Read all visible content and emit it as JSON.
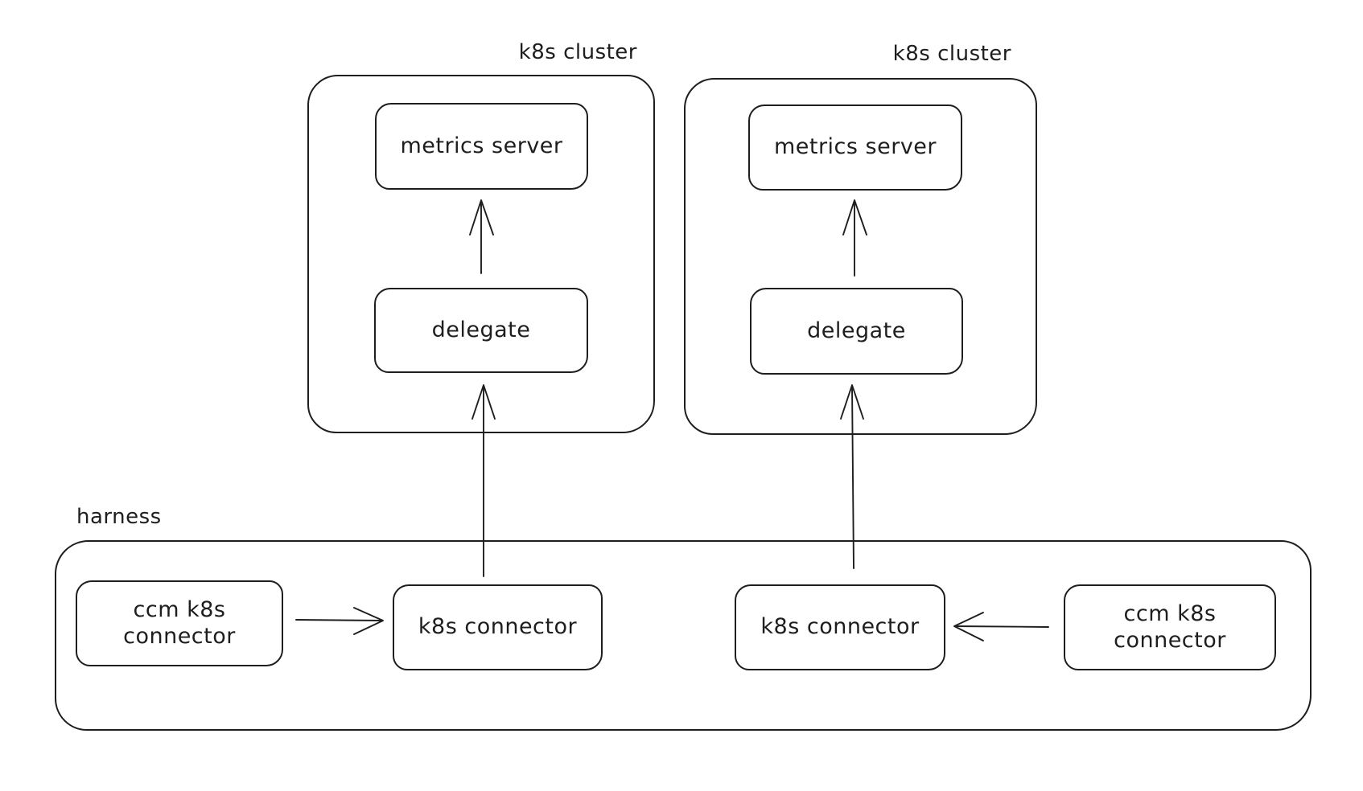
{
  "diagram": {
    "stroke_color": "#1e1e1e",
    "background_color": "#ffffff",
    "clusters": [
      {
        "label": "k8s cluster",
        "nodes": [
          {
            "id": "metrics-server-left",
            "label": "metrics server"
          },
          {
            "id": "delegate-left",
            "label": "delegate"
          }
        ]
      },
      {
        "label": "k8s cluster",
        "nodes": [
          {
            "id": "metrics-server-right",
            "label": "metrics server"
          },
          {
            "id": "delegate-right",
            "label": "delegate"
          }
        ]
      }
    ],
    "harness": {
      "label": "harness",
      "nodes": [
        {
          "id": "ccm-k8s-connector-left",
          "lines": [
            "ccm k8s",
            "connector"
          ]
        },
        {
          "id": "k8s-connector-left",
          "label": "k8s connector"
        },
        {
          "id": "k8s-connector-right",
          "label": "k8s connector"
        },
        {
          "id": "ccm-k8s-connector-right",
          "lines": [
            "ccm k8s",
            "connector"
          ]
        }
      ]
    },
    "edges": [
      {
        "from": "delegate-left",
        "to": "metrics-server-left"
      },
      {
        "from": "k8s-connector-left",
        "to": "delegate-left"
      },
      {
        "from": "ccm-k8s-connector-left",
        "to": "k8s-connector-left"
      },
      {
        "from": "delegate-right",
        "to": "metrics-server-right"
      },
      {
        "from": "k8s-connector-right",
        "to": "delegate-right"
      },
      {
        "from": "ccm-k8s-connector-right",
        "to": "k8s-connector-right"
      }
    ]
  }
}
